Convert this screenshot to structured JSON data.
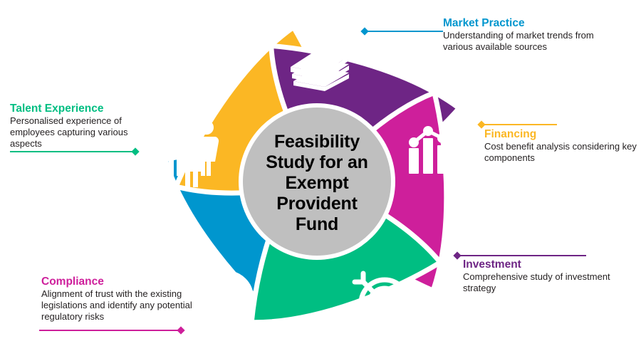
{
  "diagram": {
    "type": "pinwheel-petal-wheel",
    "segment_count": 5,
    "center": {
      "label": "Feasibility Study for an Exempt Provident Fund",
      "lines": [
        "Feasibility",
        "Study for an",
        "Exempt",
        "Provident",
        "Fund"
      ],
      "fill_color": "#BFBFBF",
      "text_color": "#000000"
    },
    "background_color": "#FFFFFF",
    "segments": [
      {
        "key": "market-practice",
        "title": "Market Practice",
        "description": "Understanding  of market trends from various  available  sources",
        "color": "#0096CE",
        "icon": "money-stack-icon",
        "side": "right",
        "position": "top"
      },
      {
        "key": "financing",
        "title": "Financing",
        "description": "Cost benefit analysis considering key components",
        "color": "#FBB724",
        "icon": "bar-chart-icon",
        "side": "right",
        "position": "upper-right"
      },
      {
        "key": "investment",
        "title": "Investment",
        "description": "Comprehensive  study of investment strategy",
        "color": "#6E2585",
        "icon": "target-arrow-icon",
        "side": "right",
        "position": "lower-right"
      },
      {
        "key": "compliance",
        "title": "Compliance",
        "description": "Alignment of trust with the existing legislations and identify any potential regulatory risks",
        "color": "#CE1F9B",
        "icon": "globe-icon",
        "side": "left",
        "position": "lower-left"
      },
      {
        "key": "talent-experience",
        "title": "Talent Experience",
        "description": "Personalised experience of employees capturing various aspects",
        "color": "#00BE82",
        "icon": "people-group-icon",
        "side": "left",
        "position": "upper-left"
      }
    ]
  }
}
